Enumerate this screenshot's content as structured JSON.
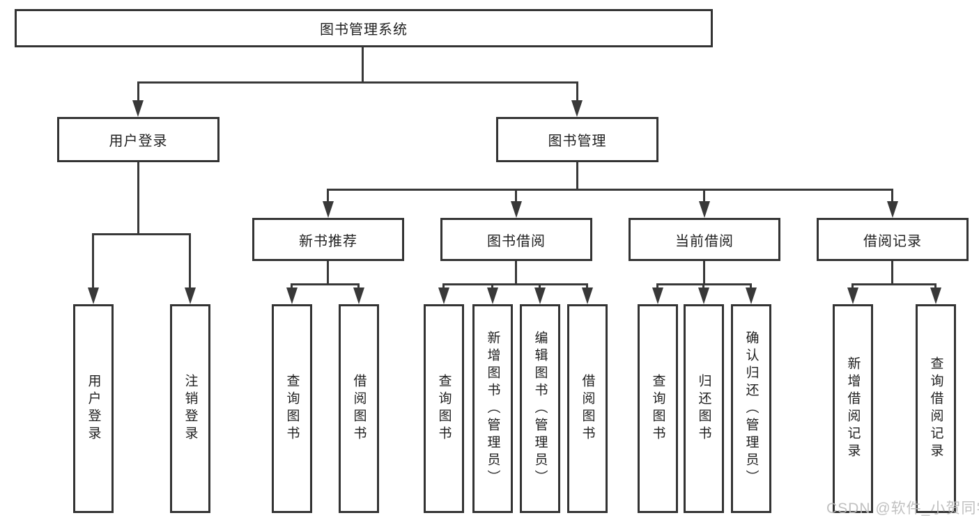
{
  "diagram": {
    "root": {
      "label": "图书管理系统"
    },
    "level2": {
      "user_login": {
        "label": "用户登录"
      },
      "book_management": {
        "label": "图书管理"
      }
    },
    "level3": {
      "new_book_recommend": {
        "label": "新书推荐"
      },
      "book_borrow": {
        "label": "图书借阅"
      },
      "current_borrow": {
        "label": "当前借阅"
      },
      "borrow_record": {
        "label": "借阅记录"
      }
    },
    "leaves": {
      "user_login_children": [
        "用户登录",
        "注销登录"
      ],
      "new_book_children": [
        "查询图书",
        "借阅图书"
      ],
      "book_borrow_children": [
        "查询图书",
        "新增图书（管理员）",
        "编辑图书（管理员）",
        "借阅图书"
      ],
      "current_borrow_children": [
        "查询图书",
        "归还图书",
        "确认归还（管理员）"
      ],
      "borrow_record_children": [
        "新增借阅记录",
        "查询借阅记录"
      ]
    }
  },
  "watermark": "CSDN @软件_小贺同学",
  "colors": {
    "line": "#383838",
    "box_border": "#333333",
    "text": "#1f1f1f",
    "watermark": "#bbbbbb",
    "background": "#ffffff"
  }
}
